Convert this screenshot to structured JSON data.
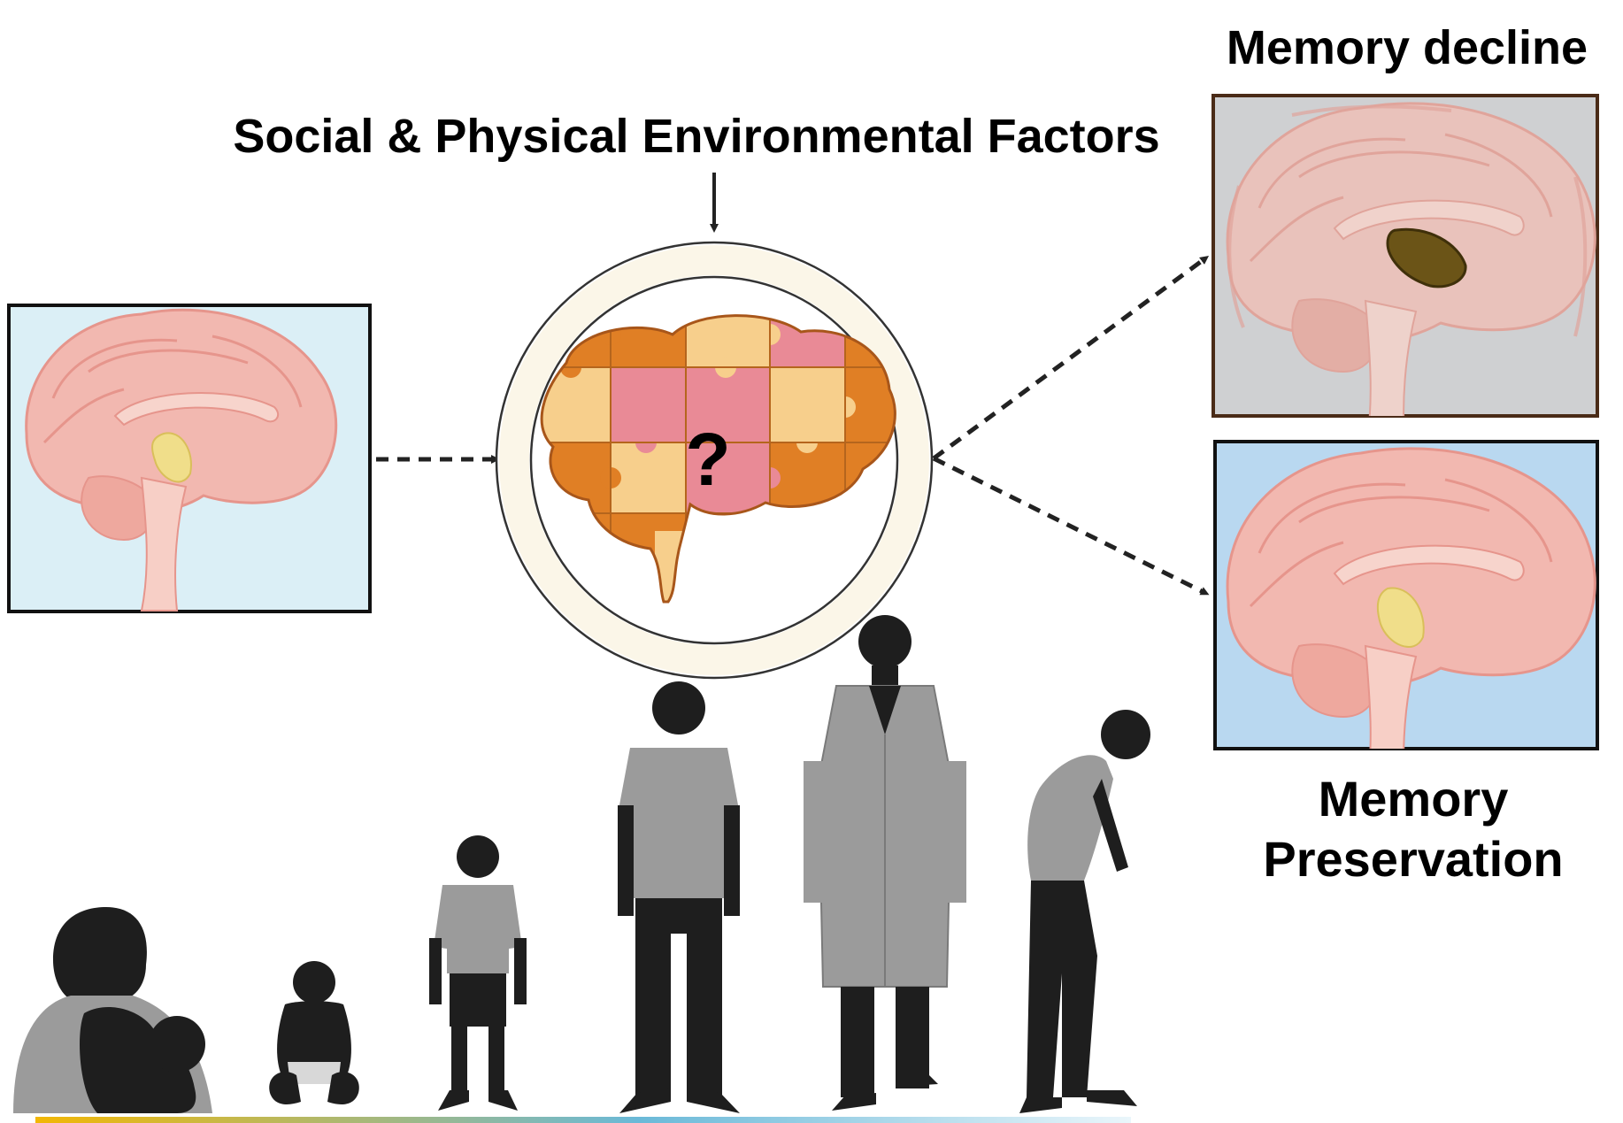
{
  "labels": {
    "factors": "Social & Physical Environmental Factors",
    "memory_decline": "Memory decline",
    "memory_preservation_line1": "Memory",
    "memory_preservation_line2": "Preservation",
    "question_mark": "?"
  },
  "colors": {
    "initial_panel_bg": "#dbeff6",
    "decline_panel_bg": "#cfd0d2",
    "decline_panel_border": "#4a2b17",
    "preservation_panel_bg": "#b9d8f0",
    "brain_pink": "#f2b8b0",
    "brain_outline": "#e6958c",
    "hippocampus_healthy": "#f0de8a",
    "hippocampus_atrophied": "#6b5417",
    "puzzle_orange": "#e07f25",
    "puzzle_peach": "#f7cf8c",
    "puzzle_pink": "#e98a96",
    "silhouette_dark": "#1e1e1e",
    "silhouette_grey": "#9b9b9b",
    "timeline_start": "#f2b705",
    "timeline_mid": "#6ab9d8",
    "timeline_end": "#ffffff"
  },
  "icons": [
    "brain-sagittal-icon",
    "puzzle-brain-icon",
    "mother-with-infant-icon",
    "toddler-icon",
    "child-icon",
    "young-adult-icon",
    "adult-in-lab-coat-icon",
    "older-adult-icon",
    "timeline-arrow-icon"
  ]
}
